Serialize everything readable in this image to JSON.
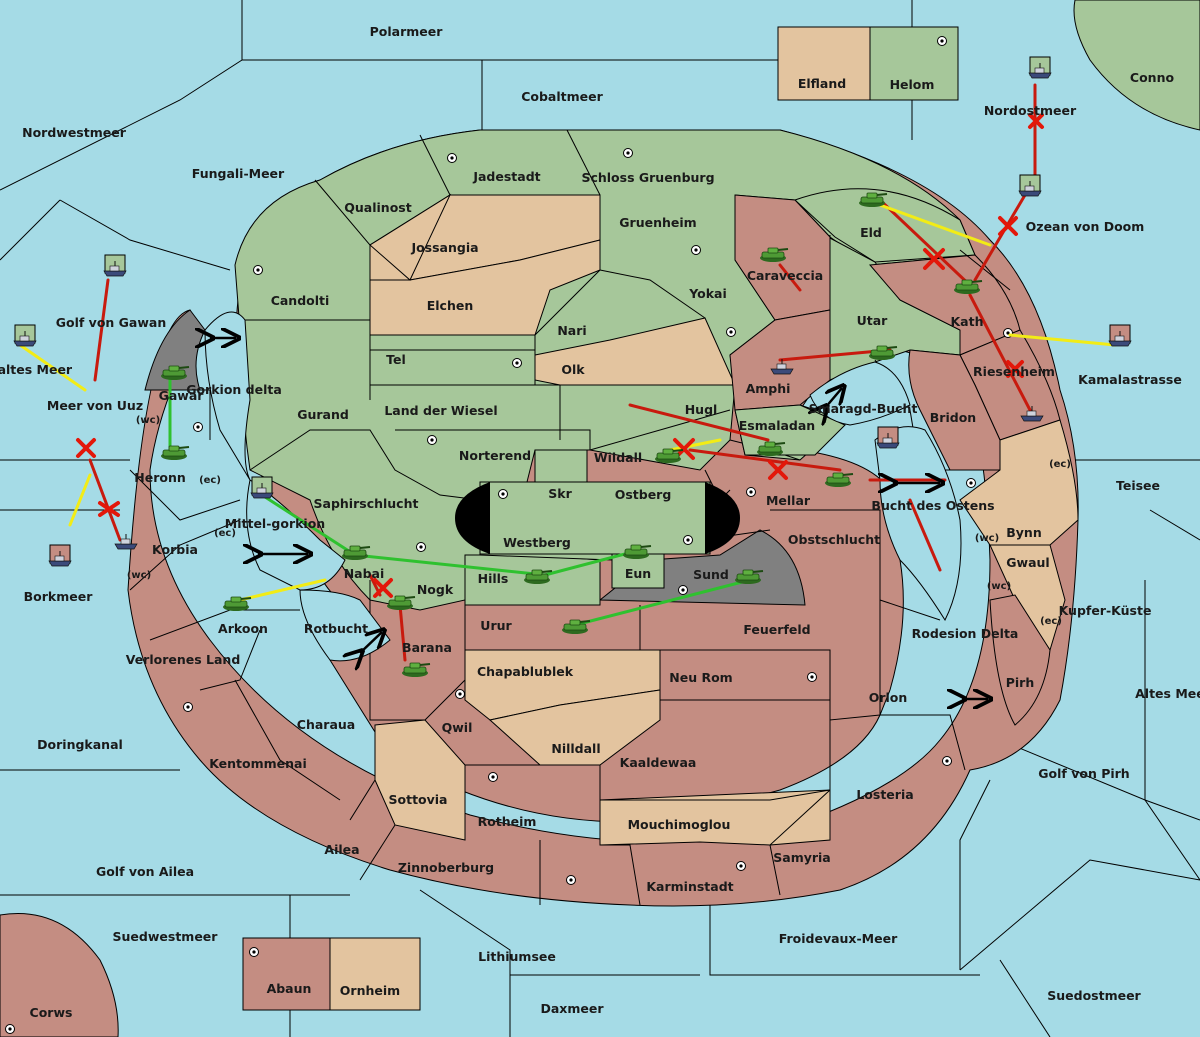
{
  "colors": {
    "sea": "#a5dbe6",
    "green": "#a6c79a",
    "red": "#c48d82",
    "tan": "#e3c49f",
    "grey": "#808080"
  },
  "labels": {
    "polarmeer": "Polarmeer",
    "elfland": "Elfland",
    "helom": "Helom",
    "conno": "Conno",
    "cobaltmeer": "Cobaltmeer",
    "nordwestmeer": "Nordwestmeer",
    "fungali": "Fungali-Meer",
    "nordostmeer": "Nordostmeer",
    "jadestadt": "Jadestadt",
    "schloss": "Schloss Gruenburg",
    "qualinost": "Qualinost",
    "gruenheim": "Gruenheim",
    "eld": "Eld",
    "ozean": "Ozean von Doom",
    "jossangia": "Jossangia",
    "caraveccia": "Caraveccia",
    "candolti": "Candolti",
    "elchen": "Elchen",
    "yokai": "Yokai",
    "utar": "Utar",
    "kath": "Kath",
    "golfgawan": "Golf von Gawan",
    "kaltesmeer": "Kaltes Meer",
    "nari": "Nari",
    "kamalastrasse": "Kamalastrasse",
    "tel": "Tel",
    "olk": "Olk",
    "riesenheim": "Riesenheim",
    "gorkiondelta": "Gorkion delta",
    "gawar": "Gawar",
    "amphi": "Amphi",
    "meervonuuz": "Meer von Uuz",
    "gurand": "Gurand",
    "landwiesel": "Land der Wiesel",
    "hugl": "Hugl",
    "smaragd": "Smaragd-Bucht",
    "bridon": "Bridon",
    "wc": "(wc)",
    "ec": "(ec)",
    "esmaladan": "Esmaladan",
    "heronn": "Heronn",
    "norterend": "Norterend",
    "wildall": "Wildall",
    "teisee": "Teisee",
    "skr": "Skr",
    "ostberg": "Ostberg",
    "mellar": "Mellar",
    "saphir": "Saphirschlucht",
    "buchtostens": "Bucht des Ostens",
    "bynn": "Bynn",
    "mittelgorkion": "Mittel-gorkion",
    "westberg": "Westberg",
    "obstschlucht": "Obstschlucht",
    "korbia": "Korbia",
    "hills": "Hills",
    "eun": "Eun",
    "sund": "Sund",
    "gwaul": "Gwaul",
    "nabai": "Nabai",
    "borkmeer": "Borkmeer",
    "nogk": "Nogk",
    "kupferkueste": "Kupfer-Küste",
    "arkoon": "Arkoon",
    "urur": "Urur",
    "feuerfeld": "Feuerfeld",
    "rotbucht": "Rotbucht",
    "rodesion": "Rodesion Delta",
    "barana": "Barana",
    "pirh": "Pirh",
    "verlorenes": "Verlorenes Land",
    "chapablublek": "Chapablublek",
    "neurom": "Neu Rom",
    "altesmeer": "Altes Meer",
    "orlon": "Orlon",
    "charaua": "Charaua",
    "qwil": "Qwil",
    "nilldall": "Nilldall",
    "doringkanal": "Doringkanal",
    "kentommenai": "Kentommenai",
    "kaaldewaa": "Kaaldewaa",
    "golfpirh": "Golf von Pirh",
    "sottovia": "Sottovia",
    "losteria": "Losteria",
    "rotheim": "Rotheim",
    "mouchimoglou": "Mouchimoglou",
    "ailea": "Ailea",
    "samyria": "Samyria",
    "golfailea": "Golf von Ailea",
    "zinnoberburg": "Zinnoberburg",
    "karminstadt": "Karminstadt",
    "suedwestmeer": "Suedwestmeer",
    "froidevaux": "Froidevaux-Meer",
    "abaun": "Abaun",
    "ornheim": "Ornheim",
    "lithiumsee": "Lithiumsee",
    "suedostmeer": "Suedostmeer",
    "corws": "Corws",
    "daxmeer": "Daxmeer"
  },
  "icons": {
    "army": "tank-icon",
    "fleet": "ship-icon",
    "supply": "supply-center-icon",
    "dislodged": "red-x-icon",
    "convoy": "double-arrow-icon"
  }
}
